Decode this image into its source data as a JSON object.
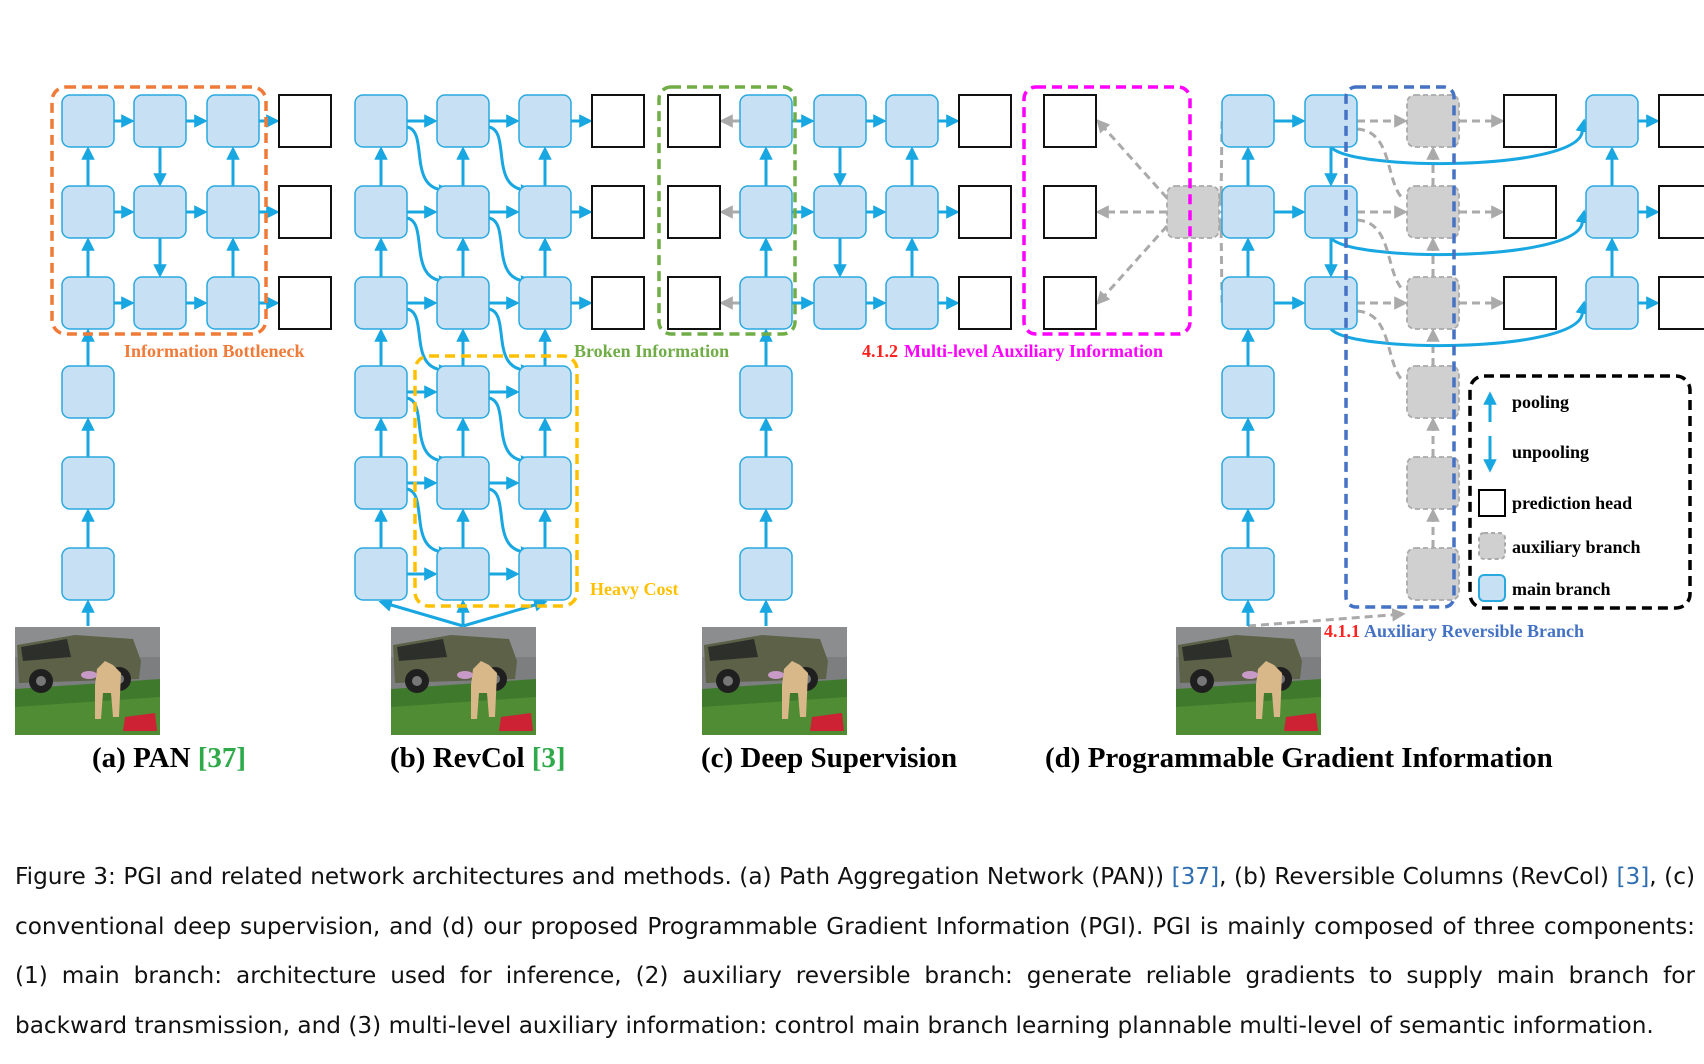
{
  "figure": {
    "region_labels": {
      "information_bottleneck": "Information Bottleneck",
      "broken_information": "Broken Information",
      "heavy_cost": "Heavy Cost",
      "multi_level_num": "4.1.2",
      "multi_level_text": "Multi-level Auxiliary Information",
      "aux_reversible_num": "4.1.1",
      "aux_reversible_text": "Auxiliary Reversible Branch"
    },
    "legend": {
      "pooling": "pooling",
      "unpooling": "unpooling",
      "prediction_head": "prediction head",
      "auxiliary_branch": "auxiliary branch",
      "main_branch": "main branch"
    },
    "subfigures": [
      {
        "label": "(a) PAN",
        "ref": "[37]"
      },
      {
        "label": "(b) RevCol",
        "ref": "[3]"
      },
      {
        "label": "(c) Deep Supervision",
        "ref": ""
      },
      {
        "label": "(d) Programmable Gradient Information",
        "ref": ""
      }
    ],
    "colors": {
      "main_fill": "#c8e0f4",
      "main_stroke": "#29a9e0",
      "arrow": "#19a7e2",
      "aux_fill": "#d0d0d0",
      "aux_stroke": "#aaaaaa",
      "orange": "#f07a38",
      "green": "#70ad47",
      "yellow": "#ffc000",
      "magenta": "#ff00ff",
      "blue": "#4472c4",
      "red": "#ff2020"
    }
  },
  "caption": {
    "p1": "Figure 3: PGI and related network architectures and methods. (a) Path Aggregation Network (PAN)) ",
    "r1": "[37]",
    "p2": ", (b) Reversible Columns (RevCol) ",
    "r2": "[3]",
    "p3": ", (c) conventional deep supervision, and (d) our proposed Programmable Gradient Information (PGI). PGI is mainly composed of three components: (1) main branch: architecture used for inference, (2) auxiliary reversible branch: generate reliable gradients to supply main branch for backward transmission, and (3) multi-level auxiliary information: control main branch learning plannable multi-level of semantic information."
  }
}
